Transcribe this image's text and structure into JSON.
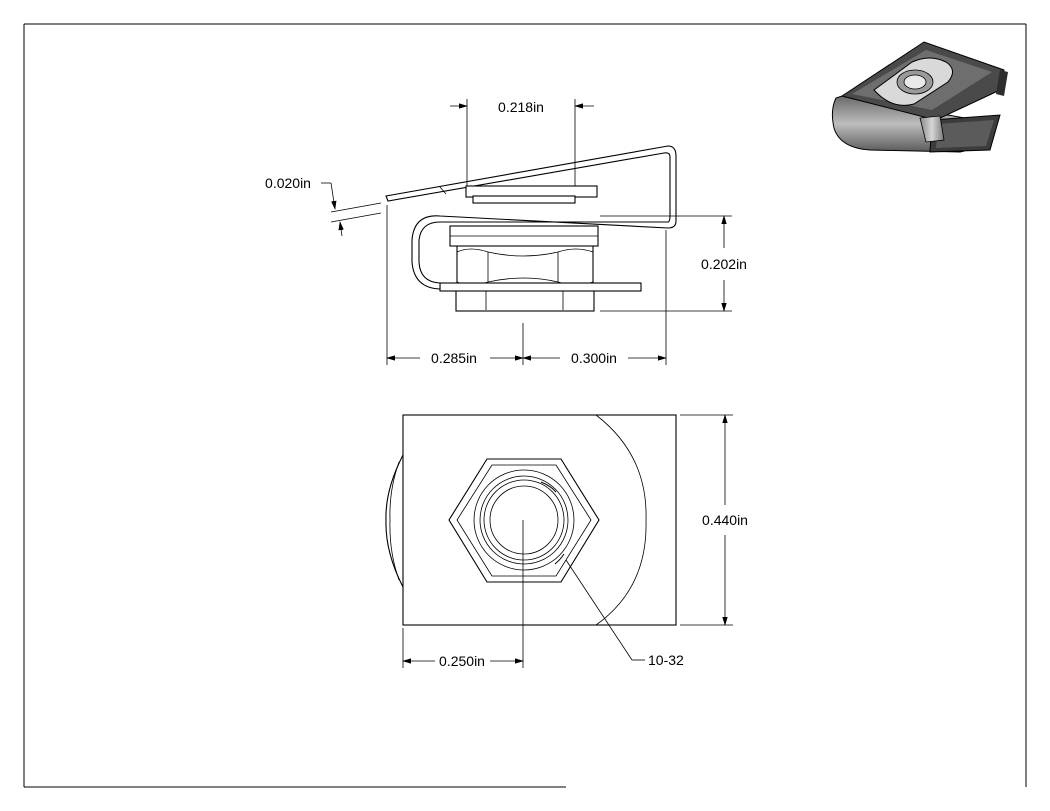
{
  "drawing": {
    "dimensions": {
      "thickness": "0.020in",
      "hole_width": "0.218in",
      "height": "0.202in",
      "left_length": "0.285in",
      "right_length": "0.300in",
      "width": "0.440in",
      "offset": "0.250in"
    },
    "callout": {
      "thread": "10-32"
    }
  }
}
